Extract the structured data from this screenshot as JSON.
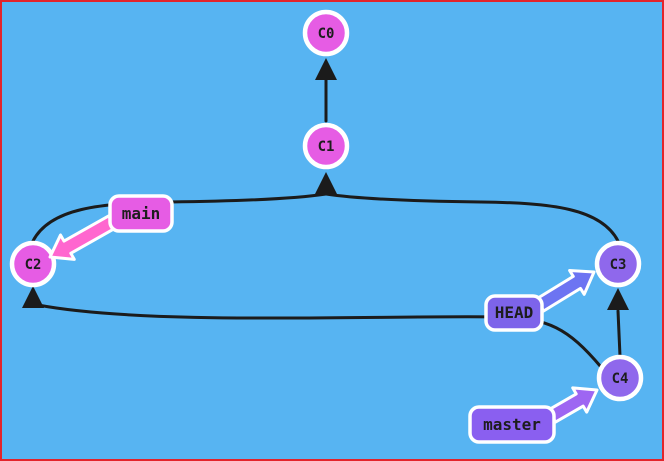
{
  "canvas": {
    "background_color": "#57b4f2",
    "border_color": "#e3242b",
    "edge_color": "#1b1b1b",
    "node_outline_color": "#ffffff",
    "text_color": "#1d1d1d"
  },
  "commits": [
    {
      "label": "C0",
      "color": "#e65ce4"
    },
    {
      "label": "C1",
      "color": "#e65ce4"
    },
    {
      "label": "C2",
      "color": "#e65ce4"
    },
    {
      "label": "C3",
      "color": "#8f68ec"
    },
    {
      "label": "C4",
      "color": "#8f68ec"
    }
  ],
  "edges": [
    {
      "source": "C1",
      "target": "C0"
    },
    {
      "source": "C2",
      "target": "C1"
    },
    {
      "source": "C3",
      "target": "C1"
    },
    {
      "source": "C4",
      "target": "C3"
    },
    {
      "source": "C4",
      "target": "C2"
    }
  ],
  "refs": [
    {
      "label": "main",
      "points_to": "C2",
      "box_color": "#e65ce4",
      "arrow_color": "#ff66cf"
    },
    {
      "label": "HEAD",
      "points_to": "C3",
      "box_color": "#7d64ea",
      "arrow_color": "#6d74f2"
    },
    {
      "label": "master",
      "points_to": "C4",
      "box_color": "#8a5ff0",
      "arrow_color": "#9e66f2"
    }
  ]
}
